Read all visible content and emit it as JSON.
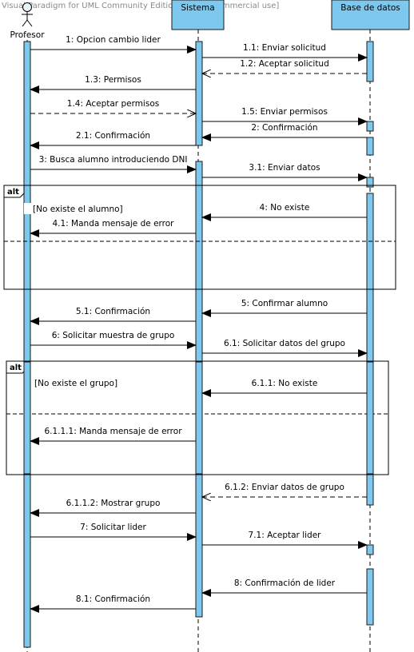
{
  "watermark": "Visual Paradigm for UML Community Edition [not for commercial use]",
  "lifelines": {
    "actor": "Profesor",
    "system": "Sistema",
    "db": "Base de datos"
  },
  "messages": [
    {
      "id": "m1",
      "label": "1: Opcion cambio lider",
      "from": "actor",
      "to": "system",
      "kind": "sync"
    },
    {
      "id": "m2",
      "label": "1.1: Enviar solicitud",
      "from": "system",
      "to": "db",
      "kind": "sync"
    },
    {
      "id": "m3",
      "label": "1.2: Aceptar solicitud",
      "from": "db",
      "to": "system",
      "kind": "return"
    },
    {
      "id": "m4",
      "label": "1.3: Permisos",
      "from": "system",
      "to": "actor",
      "kind": "sync"
    },
    {
      "id": "m5",
      "label": "1.4: Aceptar permisos",
      "from": "actor",
      "to": "system",
      "kind": "return"
    },
    {
      "id": "m6",
      "label": "1.5: Enviar permisos",
      "from": "system",
      "to": "db",
      "kind": "sync"
    },
    {
      "id": "m7",
      "label": "2: Confirmación",
      "from": "db",
      "to": "system",
      "kind": "sync"
    },
    {
      "id": "m8",
      "label": "2.1: Confirmación",
      "from": "system",
      "to": "actor",
      "kind": "sync"
    },
    {
      "id": "m9",
      "label": "3: Busca alumno introduciendo DNI",
      "from": "actor",
      "to": "system",
      "kind": "sync"
    },
    {
      "id": "m10",
      "label": "3.1: Enviar datos",
      "from": "system",
      "to": "db",
      "kind": "sync"
    },
    {
      "id": "m11",
      "label": "4: No existe",
      "from": "db",
      "to": "system",
      "kind": "sync"
    },
    {
      "id": "m12",
      "label": "4.1: Manda mensaje de error",
      "from": "system",
      "to": "actor",
      "kind": "sync"
    },
    {
      "id": "m13",
      "label": "5: Confirmar alumno",
      "from": "db",
      "to": "system",
      "kind": "sync"
    },
    {
      "id": "m14",
      "label": "5.1: Confirmación",
      "from": "system",
      "to": "actor",
      "kind": "sync"
    },
    {
      "id": "m15",
      "label": "6: Solicitar muestra de grupo",
      "from": "actor",
      "to": "system",
      "kind": "sync"
    },
    {
      "id": "m16",
      "label": "6.1: Solicitar datos del grupo",
      "from": "system",
      "to": "db",
      "kind": "sync"
    },
    {
      "id": "m17",
      "label": "6.1.1: No existe",
      "from": "db",
      "to": "system",
      "kind": "sync"
    },
    {
      "id": "m18",
      "label": "6.1.1.1: Manda mensaje de error",
      "from": "system",
      "to": "actor",
      "kind": "sync"
    },
    {
      "id": "m19",
      "label": "6.1.2: Enviar datos de grupo",
      "from": "db",
      "to": "system",
      "kind": "return"
    },
    {
      "id": "m20",
      "label": "6.1.1.2: Mostrar grupo",
      "from": "system",
      "to": "actor",
      "kind": "sync"
    },
    {
      "id": "m21",
      "label": "7: Solicitar lider",
      "from": "actor",
      "to": "system",
      "kind": "sync"
    },
    {
      "id": "m22",
      "label": "7.1: Aceptar lider",
      "from": "system",
      "to": "db",
      "kind": "sync"
    },
    {
      "id": "m23",
      "label": "8: Confirmación de lider",
      "from": "db",
      "to": "system",
      "kind": "sync"
    },
    {
      "id": "m24",
      "label": "8.1: Confirmación",
      "from": "system",
      "to": "actor",
      "kind": "sync"
    }
  ],
  "fragments": [
    {
      "id": "f1",
      "operator": "alt",
      "guard": "[No existe el alumno]"
    },
    {
      "id": "f2",
      "operator": "alt",
      "guard": "[No existe el grupo]"
    }
  ],
  "colors": {
    "activation": "#7ec8ee",
    "activation_stroke": "#1a1a1a",
    "header": "#7ec8ee",
    "line": "#000000"
  }
}
